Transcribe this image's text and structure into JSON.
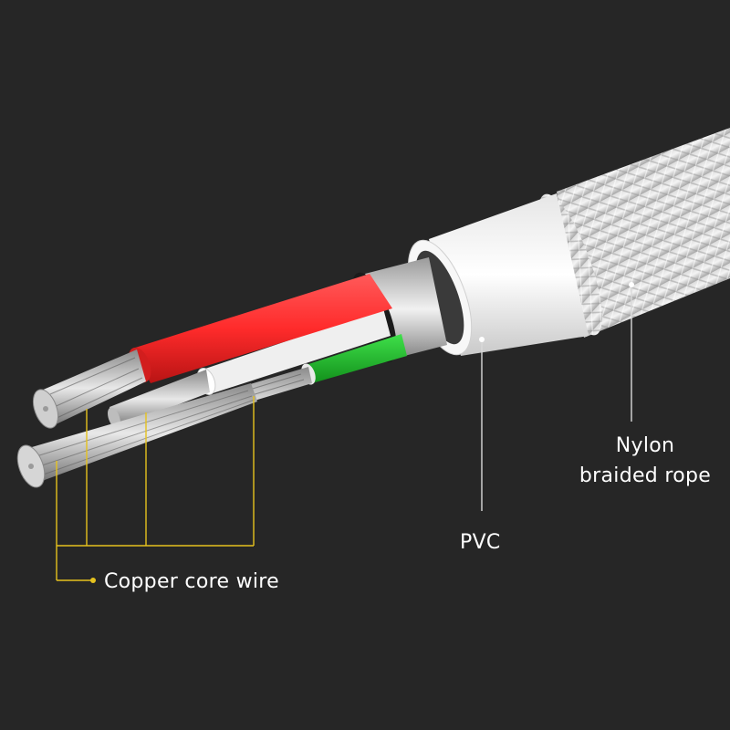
{
  "labels": {
    "copper": "Copper core wire",
    "pvc": "PVC",
    "nylon_line1": "Nylon",
    "nylon_line2": "braided rope"
  },
  "colors": {
    "background": "#262626",
    "wire_red": "#ff2b2b",
    "wire_green": "#1fbf2a",
    "wire_white": "#f2f2f2",
    "callout_yellow": "#e5c21f",
    "callout_white": "#d9d9d9",
    "text": "#ffffff"
  }
}
